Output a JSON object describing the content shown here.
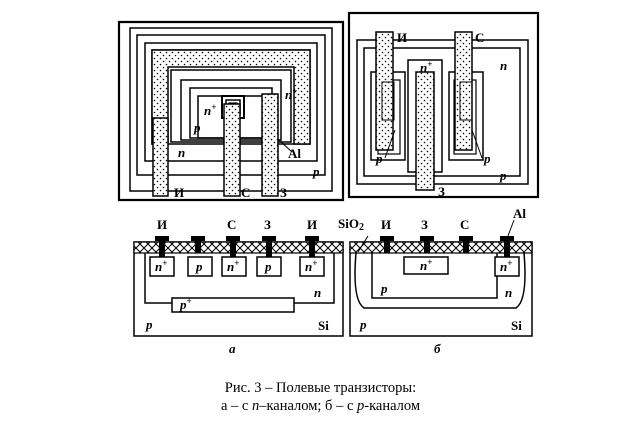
{
  "figure": {
    "top_left": {
      "terminals": {
        "source": "И",
        "gate": "С",
        "drain": "З"
      },
      "regions": {
        "n_plus": "n",
        "n_plus_sup": "+",
        "n_plus_side": "n",
        "n_plus_side_sup": "+",
        "p": "p",
        "n": "n",
        "p_outer": "p"
      },
      "metal": "Al"
    },
    "top_right": {
      "terminals": {
        "source": "И",
        "drain": "С",
        "gate": "З"
      },
      "regions": {
        "n_plus": "n",
        "n_plus_sup": "+",
        "n": "n",
        "p_left": "p",
        "p_right": "p",
        "p_outer": "p"
      }
    },
    "bottom_left": {
      "terminals": [
        "И",
        "С",
        "З",
        "И"
      ],
      "wells": [
        {
          "text": "n",
          "sup": "+"
        },
        {
          "text": "p",
          "sup": ""
        },
        {
          "text": "n",
          "sup": "+"
        },
        {
          "text": "p",
          "sup": ""
        },
        {
          "text": "n",
          "sup": "+"
        }
      ],
      "buried": {
        "text": "p",
        "sup": "+"
      },
      "n": "n",
      "p": "p",
      "si": "Si",
      "label": "а"
    },
    "bottom_right": {
      "oxide": "SiO2",
      "metal": "Al",
      "terminals": [
        "И",
        "З",
        "С"
      ],
      "wells": [
        {
          "text": "n",
          "sup": "+"
        },
        {
          "text": "n",
          "sup": "+"
        }
      ],
      "p_inner": "p",
      "n": "n",
      "p": "p",
      "si": "Si",
      "label": "б"
    }
  },
  "caption": {
    "line1": "Рис. 3 – Полевые транзисторы:",
    "line2_a": "а – с ",
    "line2_n": "n",
    "line2_b": "–каналом; б – с ",
    "line2_p": "p",
    "line2_c": "-каналом"
  }
}
